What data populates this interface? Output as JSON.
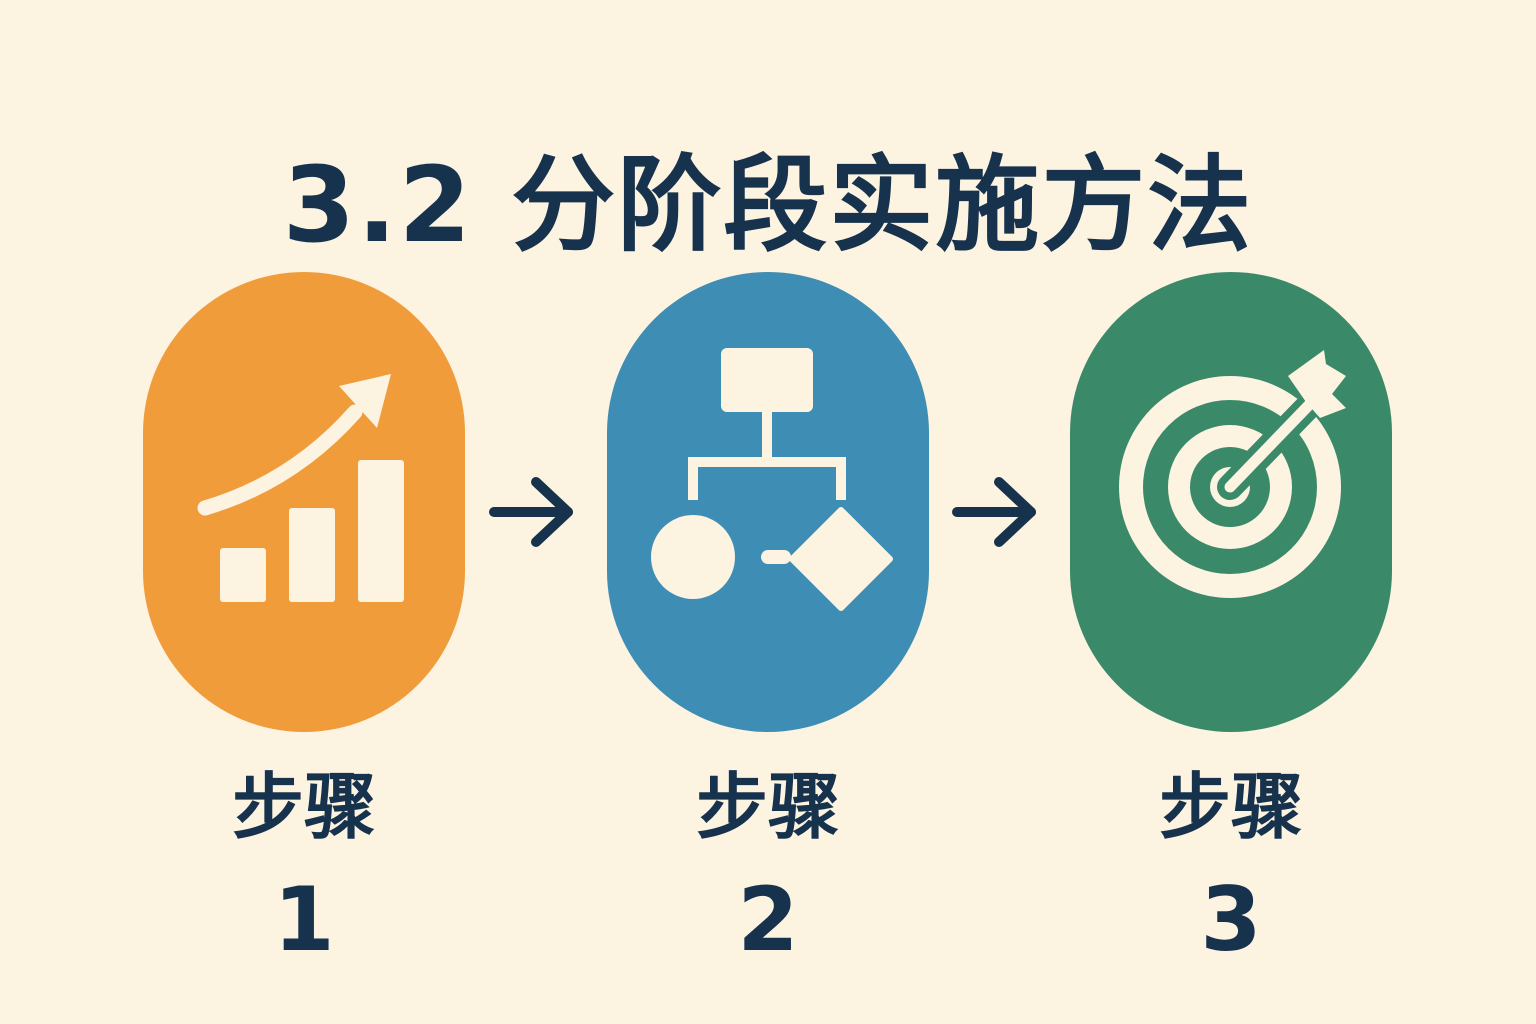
{
  "title": "3.2 分阶段实施方法",
  "colors": {
    "background": "#fdf3e1",
    "text": "#17324d",
    "step1": "#f09c3b",
    "step2": "#3d8db4",
    "step3": "#3a8a6a",
    "icon": "#fdf3e1"
  },
  "steps": [
    {
      "label": "步骤",
      "number": "1",
      "icon": "growth-chart-icon"
    },
    {
      "label": "步骤",
      "number": "2",
      "icon": "flowchart-icon"
    },
    {
      "label": "步骤",
      "number": "3",
      "icon": "target-arrow-icon"
    }
  ],
  "connectors": [
    "arrow-right-icon",
    "arrow-right-icon"
  ]
}
